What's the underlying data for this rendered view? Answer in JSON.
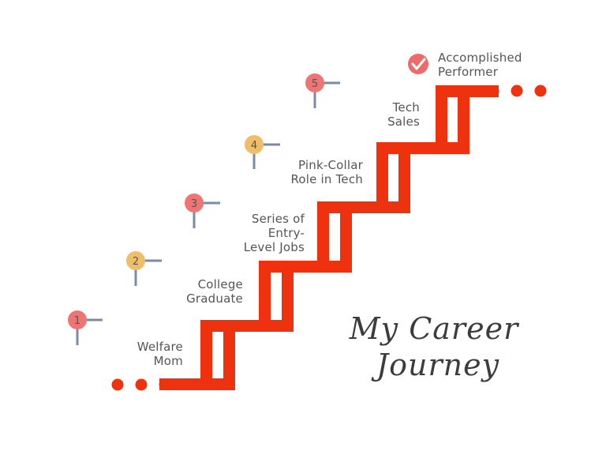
{
  "title": {
    "line1": "My Career",
    "line2": "Journey"
  },
  "colors": {
    "stair": "#ee3210",
    "pin_red": "#ef7474",
    "pin_yellow": "#efbe6a",
    "pin_stem": "#7b8ba3",
    "check": "#ef6b6b"
  },
  "steps": [
    {
      "number": "1",
      "line1": "Welfare",
      "line2": "Mom",
      "pin_color": "red"
    },
    {
      "number": "2",
      "line1": "College",
      "line2": "Graduate",
      "pin_color": "yellow"
    },
    {
      "number": "3",
      "line1": "Series of",
      "line2": "Entry-",
      "line3": "Level Jobs",
      "pin_color": "red"
    },
    {
      "number": "4",
      "line1": "Pink-Collar",
      "line2": "Role in Tech",
      "pin_color": "yellow"
    },
    {
      "number": "5",
      "line1": "Tech",
      "line2": "Sales",
      "pin_color": "red"
    }
  ],
  "goal": {
    "line1": "Accomplished",
    "line2": "Performer",
    "icon": "check-circle-icon"
  }
}
